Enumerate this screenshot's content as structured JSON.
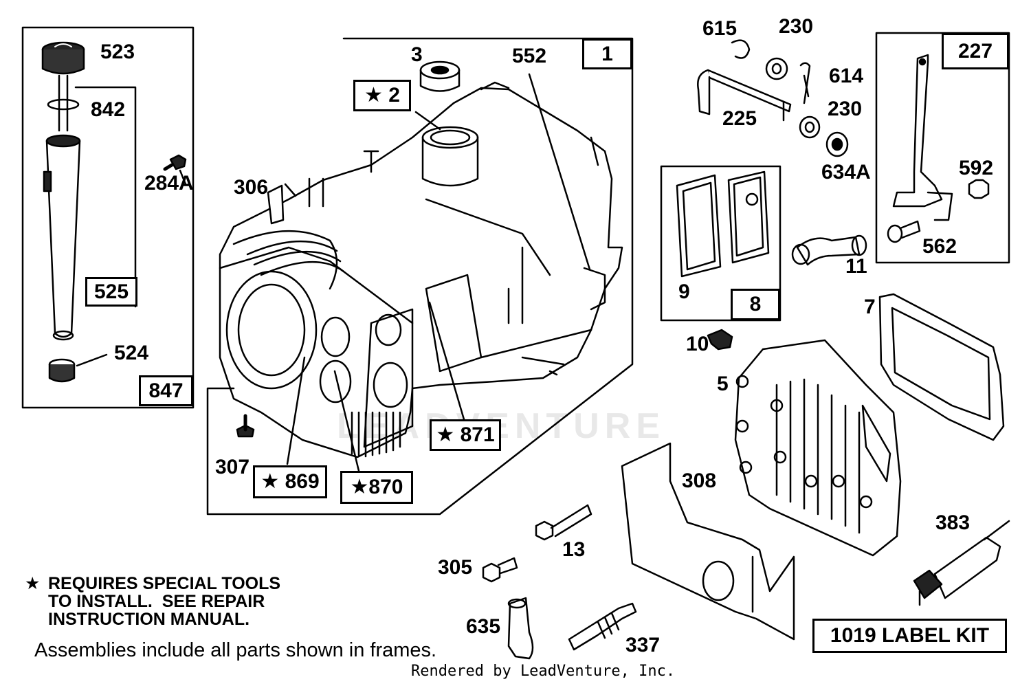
{
  "callouts": {
    "c523": "523",
    "c842": "842",
    "c284A": "284A",
    "c524": "524",
    "c306": "306",
    "c3": "3",
    "c552": "552",
    "c307": "307",
    "c615": "615",
    "c230a": "230",
    "c614": "614",
    "c230b": "230",
    "c225": "225",
    "c634A": "634A",
    "c592": "592",
    "c562": "562",
    "c11": "11",
    "c9": "9",
    "c7": "7",
    "c10": "10",
    "c5": "5",
    "c308": "308",
    "c13": "13",
    "c305": "305",
    "c383": "383",
    "c635": "635",
    "c337": "337"
  },
  "frames": {
    "f525": "525",
    "f847": "847",
    "f1": "1",
    "f2": "★ 2",
    "f871": "★ 871",
    "f869": "★ 869",
    "f870": "★870",
    "f227": "227",
    "f8": "8",
    "f1019": "1019 LABEL KIT"
  },
  "notes": {
    "star": "★",
    "special_tools": "REQUIRES SPECIAL TOOLS\nTO INSTALL.  SEE REPAIR\nINSTRUCTION MANUAL.",
    "assemblies": "Assemblies include all parts shown in frames.",
    "rendered_by": "Rendered by LeadVenture, Inc.",
    "watermark": "LEADVENTURE"
  }
}
